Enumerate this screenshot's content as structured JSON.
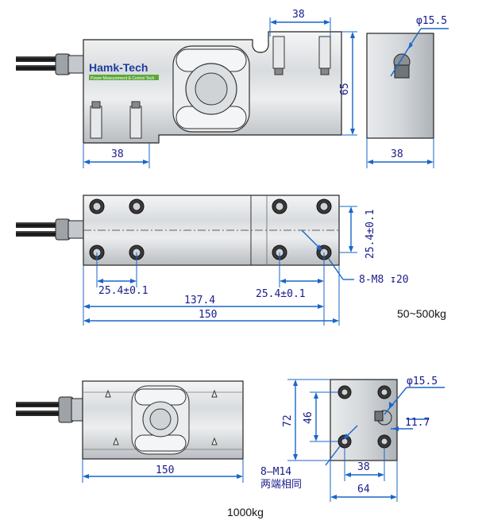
{
  "brand": {
    "name": "Hamk-Tech",
    "tagline": "Power Measurement & Control Tech"
  },
  "view1": {
    "dim_top_38": "38",
    "dim_bottom_38": "38",
    "dim_height_65": "65"
  },
  "side1": {
    "dim_phi": "φ15.5",
    "dim_width_38": "38"
  },
  "view2": {
    "dim_hole_spacing_left": "25.4±0.1",
    "dim_hole_spacing_right": "25.4±0.1",
    "dim_vertical": "25.4±0.1",
    "dim_mid": "137.4",
    "dim_total": "150",
    "thread_note": "8-M8 ↧20",
    "capacity": "50~500kg"
  },
  "view3": {
    "dim_total": "150",
    "capacity": "1000kg"
  },
  "side3": {
    "dim_phi": "φ15.5",
    "dim_11_7": "11.7",
    "dim_72": "72",
    "dim_46": "46",
    "dim_38": "38",
    "dim_64": "64",
    "thread_note": "8—M14",
    "thread_note_cn": "两端相同"
  }
}
